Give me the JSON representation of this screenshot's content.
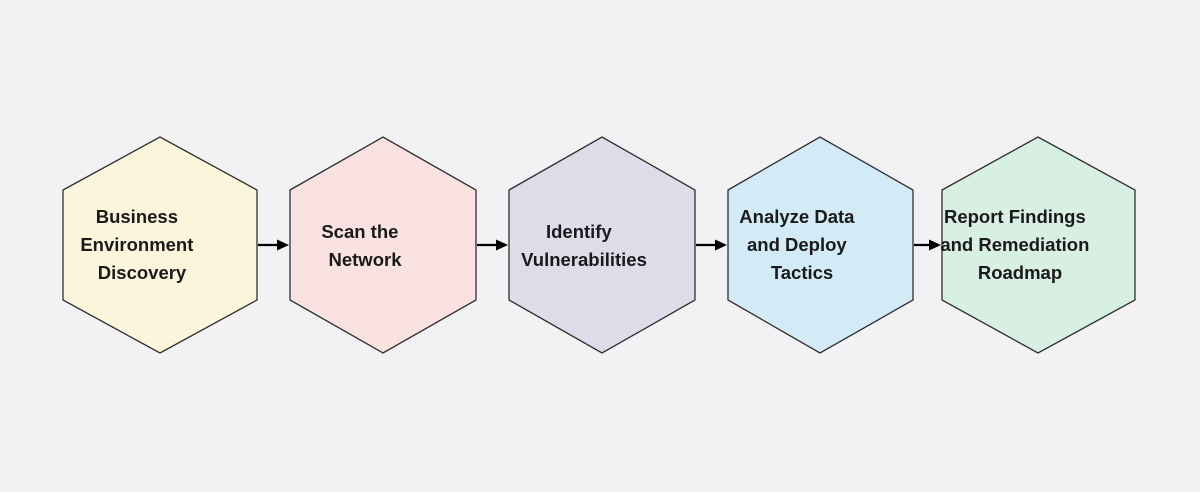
{
  "diagram": {
    "type": "horizontal-process-flow",
    "title": "",
    "background_color": "#f2f2f4",
    "node_shape": "hexagon",
    "node_border_color": "#2f2f2f",
    "text_color": "#1a1a1a",
    "connector_color": "#000000",
    "connector_style": "single-headed-arrow",
    "direction": "left-to-right",
    "node_count": 5,
    "nodes": [
      {
        "id": "step-1",
        "order": 1,
        "label": "Business Environment Discovery",
        "lines": [
          "Business",
          "Environment",
          "Discovery"
        ],
        "fill_color": "#faf5db"
      },
      {
        "id": "step-2",
        "order": 2,
        "label": "Scan the Network",
        "lines": [
          "Scan the",
          "Network"
        ],
        "fill_color": "#f9e2e0"
      },
      {
        "id": "step-3",
        "order": 3,
        "label": "Identify Vulnerabilities",
        "lines": [
          "Identify",
          "Vulnerabilities"
        ],
        "fill_color": "#dfdcea"
      },
      {
        "id": "step-4",
        "order": 4,
        "label": "Analyze Data and Deploy Tactics",
        "lines": [
          "Analyze Data",
          "and Deploy",
          "Tactics"
        ],
        "fill_color": "#d3ebf7"
      },
      {
        "id": "step-5",
        "order": 5,
        "label": "Report Findings and Remediation Roadmap",
        "lines": [
          "Report Findings",
          "and Remediation",
          "Roadmap"
        ],
        "fill_color": "#d8efe4"
      }
    ],
    "connectors": [
      {
        "id": "arrow-1",
        "from": "step-1",
        "to": "step-2",
        "label": ""
      },
      {
        "id": "arrow-2",
        "from": "step-2",
        "to": "step-3",
        "label": ""
      },
      {
        "id": "arrow-3",
        "from": "step-3",
        "to": "step-4",
        "label": ""
      },
      {
        "id": "arrow-4",
        "from": "step-4",
        "to": "step-5",
        "label": ""
      }
    ]
  }
}
